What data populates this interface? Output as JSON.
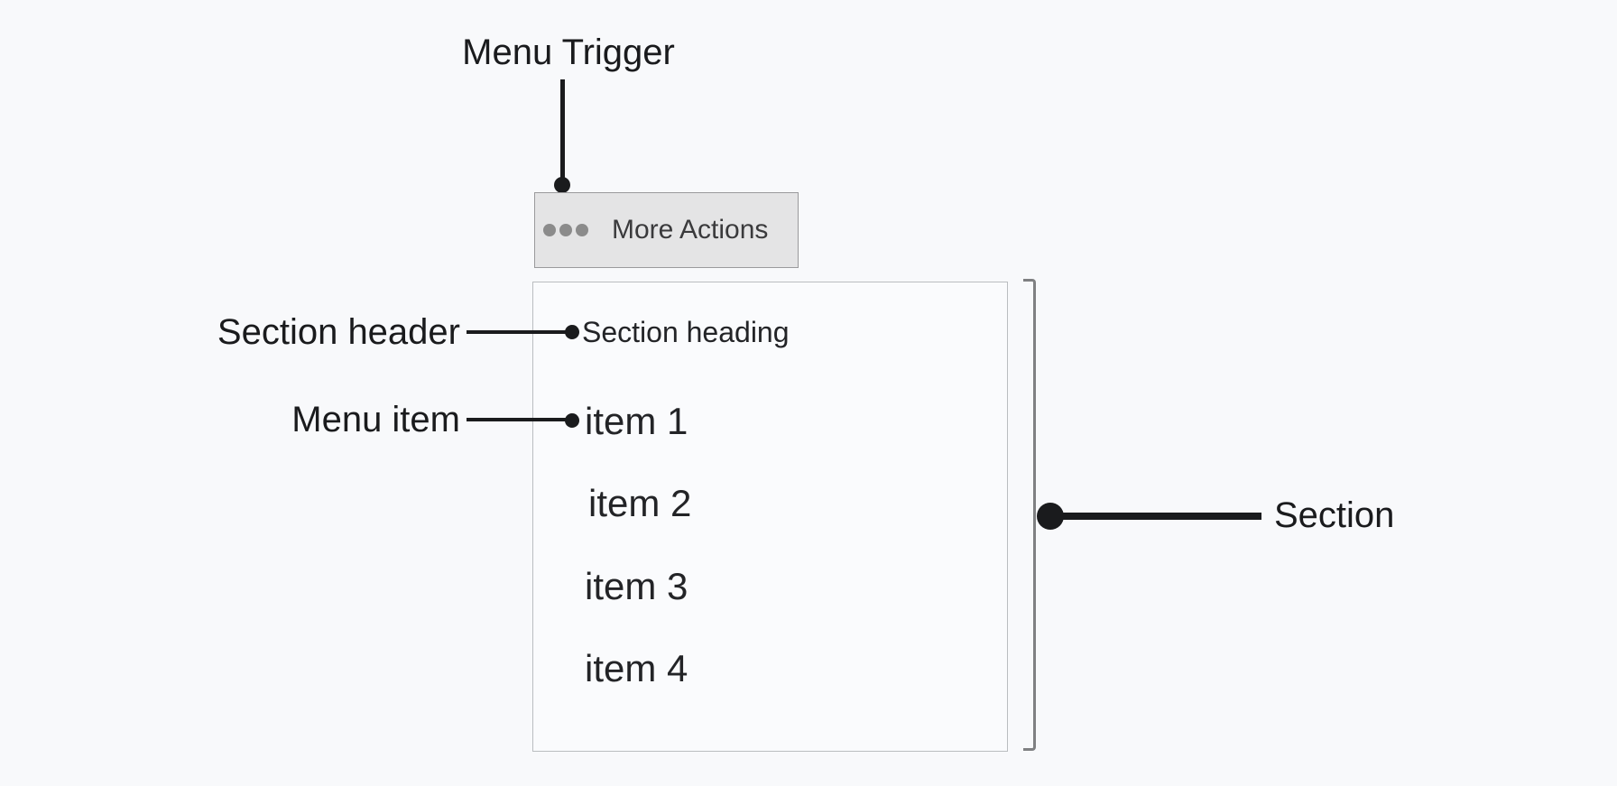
{
  "annotations": {
    "menu_trigger": "Menu Trigger",
    "section_header": "Section header",
    "menu_item": "Menu item",
    "section": "Section"
  },
  "trigger": {
    "button_label": "More Actions",
    "icon": "ellipsis-icon"
  },
  "menu": {
    "section_heading": "Section heading",
    "items": [
      "item 1",
      "item 2",
      "item 3",
      "item 4"
    ]
  },
  "colors": {
    "background": "#f8f9fb",
    "panel_background": "#fafbfd",
    "panel_border": "#babdc0",
    "button_background": "#e4e4e5",
    "button_border": "#9a9a9c",
    "button_text": "#3a3a3c",
    "ellipsis_dot": "#8b8b8b",
    "annotation_ink": "#1a1b1d",
    "menu_text": "#232427",
    "bracket": "#7f8082"
  }
}
